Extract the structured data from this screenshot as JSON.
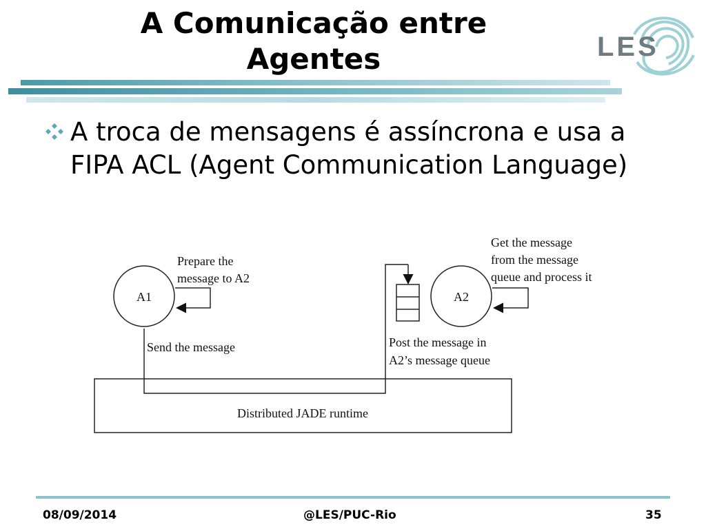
{
  "slide": {
    "title_line1": "A Comunicação entre",
    "title_line2": "Agentes",
    "logo_text": "LES",
    "bullet": "A troca de mensagens é assíncrona e usa a FIPA ACL (Agent Communication Language)",
    "colors": {
      "accent": "#7fbcc7",
      "accent_dark": "#4c9aa6",
      "accent_light": "#cfe6ea"
    }
  },
  "diagram": {
    "agent1": "A1",
    "agent2": "A2",
    "prepare_line1": "Prepare the",
    "prepare_line2": "message to A2",
    "send": "Send the message",
    "get_line1": "Get the message",
    "get_line2": "from the message",
    "get_line3": "queue and process it",
    "post_line1": "Post the message in",
    "post_line2": "A2’s message queue",
    "runtime": "Distributed JADE runtime"
  },
  "footer": {
    "date": "08/09/2014",
    "center": "@LES/PUC-Rio",
    "page": "35"
  }
}
